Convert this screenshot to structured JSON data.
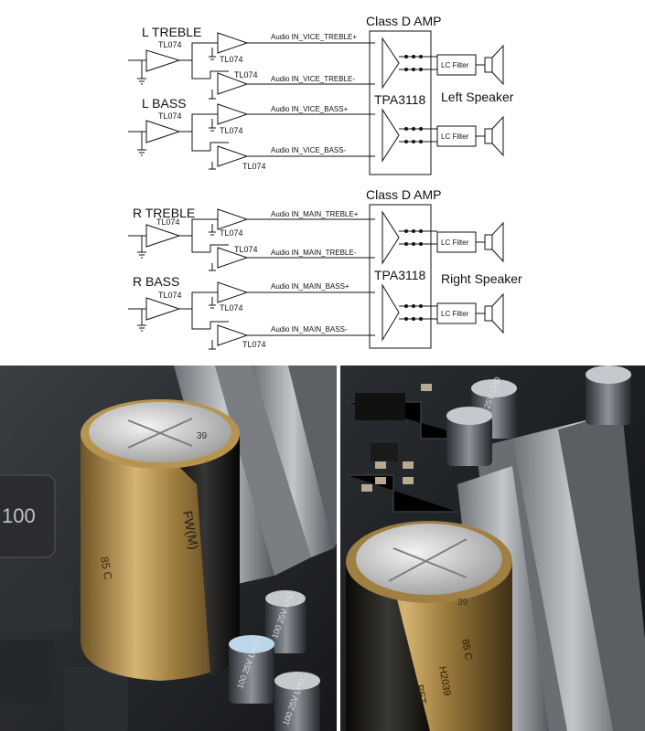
{
  "schematic": {
    "groups": [
      {
        "amp_title": "Class D AMP",
        "amp_chip": "TPA3118",
        "speaker": "Left Speaker",
        "channels": [
          {
            "name": "L TREBLE",
            "buffer_chip": "TL074",
            "op_a": "TL074",
            "op_b": "TL074",
            "sig_plus": "Audio IN_VICE_TREBLE+",
            "sig_minus": "Audio IN_VICE_TREBLE-",
            "filter_a": "LC Filter"
          },
          {
            "name": "L BASS",
            "buffer_chip": "TL074",
            "op_a": "TL074",
            "op_b": "TL074",
            "sig_plus": "Audio IN_VICE_BASS+",
            "sig_minus": "Audio IN_VICE_BASS-",
            "filter_a": "LC Filter"
          }
        ]
      },
      {
        "amp_title": "Class D AMP",
        "amp_chip": "TPA3118",
        "speaker": "Right Speaker",
        "channels": [
          {
            "name": "R TREBLE",
            "buffer_chip": "TL074",
            "op_a": "TL074",
            "op_b": "TL074",
            "sig_plus": "Audio IN_MAIN_TREBLE+",
            "sig_minus": "Audio IN_MAIN_TREBLE-",
            "filter_a": "LC Filter"
          },
          {
            "name": "R BASS",
            "buffer_chip": "TL074",
            "op_a": "TL074",
            "op_b": "TL074",
            "sig_plus": "Audio IN_MAIN_BASS+",
            "sig_minus": "Audio IN_MAIN_BASS-",
            "filter_a": "LC Filter"
          }
        ]
      }
    ]
  },
  "photo": {
    "left_cap": {
      "markings": [
        "85 C",
        "39",
        "FW(M)"
      ],
      "body_color": "#b9964f"
    },
    "right_cap": {
      "markings": [
        "85 C",
        "39",
        "PET",
        "H2039"
      ],
      "body_color": "#b9964f"
    },
    "small_caps": [
      "100 25V LHD",
      "100 25V LHD",
      "100 25V LHD"
    ],
    "inductor_label": "100"
  }
}
